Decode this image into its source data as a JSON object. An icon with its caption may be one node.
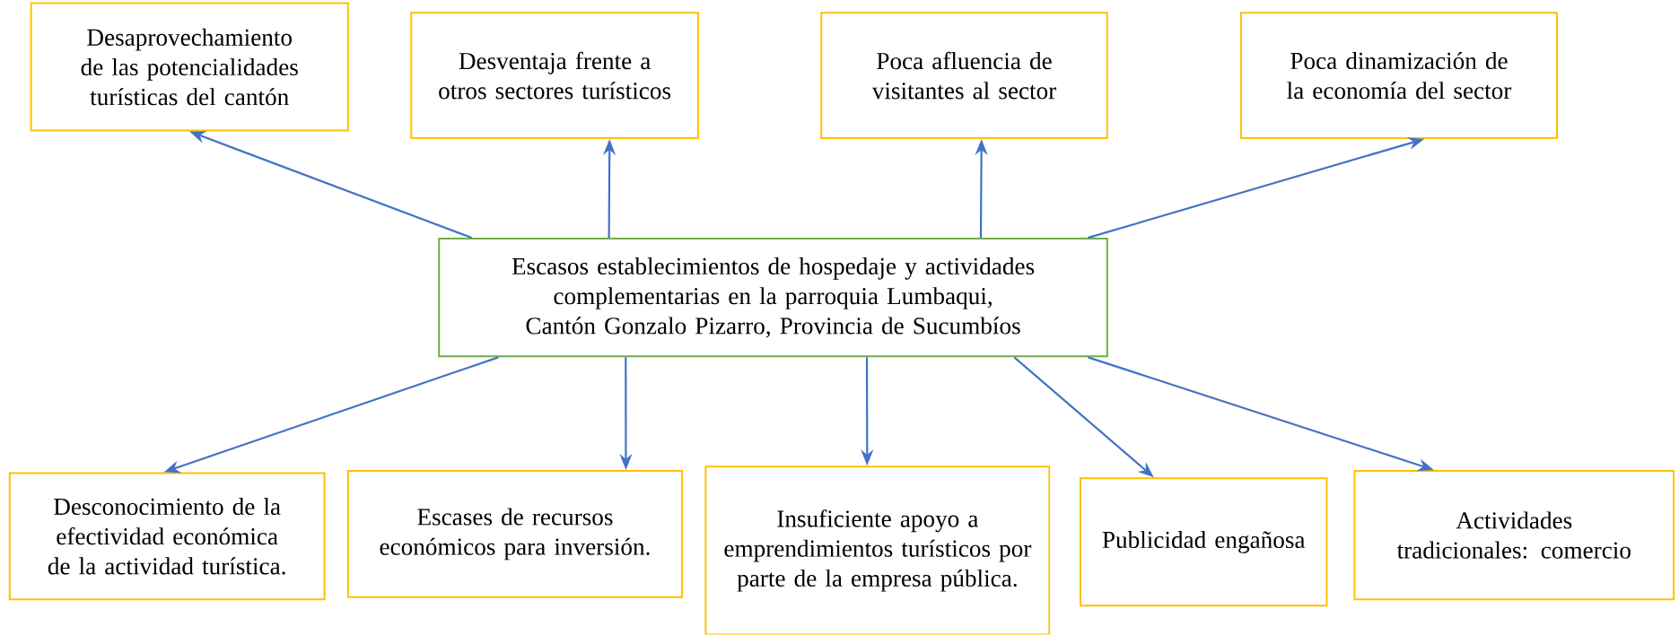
{
  "diagram": {
    "nodes": [
      {
        "text": [
          "Desaprovechamiento de las potencialidades turísticas del cantón"
        ]
      },
      {
        "text": [
          "Desventaja frente a otros sectores turísticos"
        ]
      },
      {
        "text": [
          "Poca afluencia de visitantes al sector"
        ]
      },
      {
        "text": [
          "Poca dinamización de la economía del sector"
        ]
      },
      {
        "text": [
          "Escasos establecimientos de hospedaje y actividades complementarias en la parroquia Lumbaqui, Cantón Gonzalo Pizarro, Provincia de Sucumbíos"
        ]
      },
      {
        "text": [
          "Desconocimiento de la efectividad económica de la actividad turística."
        ]
      },
      {
        "text": [
          "Escases de recursos económicos para inversión."
        ]
      },
      {
        "text": [
          "Insuficiente apoyo a emprendimientos turísticos por parte de la empresa pública."
        ]
      },
      {
        "text": [
          "Publicidad engañosa"
        ]
      },
      {
        "text": [
          "Actividades tradicionales: comercio"
        ]
      }
    ],
    "edges": [
      {
        "from": 4,
        "to": 0,
        "arrow": "to"
      },
      {
        "from": 4,
        "to": 1,
        "arrow": "to"
      },
      {
        "from": 4,
        "to": 2,
        "arrow": "to"
      },
      {
        "from": 4,
        "to": 3,
        "arrow": "to"
      },
      {
        "from": 4,
        "to": 5,
        "arrow": "to"
      },
      {
        "from": 4,
        "to": 6,
        "arrow": "to"
      },
      {
        "from": 4,
        "to": 7,
        "arrow": "to"
      },
      {
        "from": 4,
        "to": 8,
        "arrow": "to"
      },
      {
        "from": 4,
        "to": 9,
        "arrow": "to"
      }
    ]
  }
}
